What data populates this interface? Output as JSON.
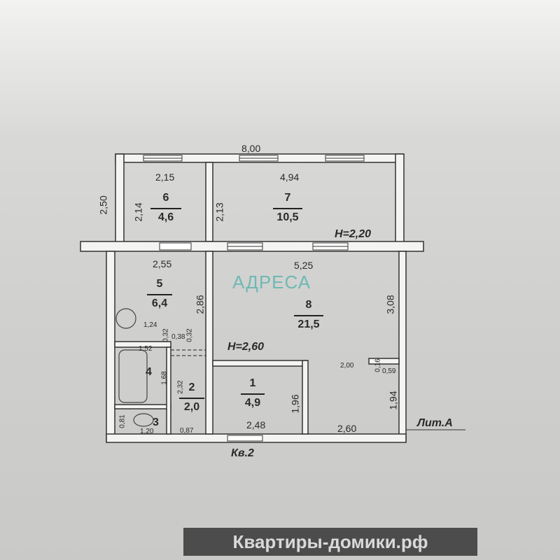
{
  "dimensions": {
    "overall_width": "8,00",
    "left_height": "2,50",
    "room6_width": "2,15",
    "room6_height": "2,14",
    "room7_width": "4,94",
    "room7_height": "2,13",
    "ceiling_top": "Н=2,20",
    "room5_width": "2,55",
    "room5_height": "2,86",
    "room8_width": "5,25",
    "room8_height": "3,08",
    "sink_width": "1,24",
    "step1": "0,32",
    "step2": "0,38",
    "step3": "0,32",
    "bath_width": "1,52",
    "room4_height": "1,68",
    "room2_height": "2,32",
    "toilet_height": "0,81",
    "toilet_width": "1,20",
    "room2_width": "0,87",
    "ceiling_low": "Н=2,60",
    "room1_height": "1,96",
    "room1_width": "2,48",
    "right_lower_width": "2,60",
    "right_lower_height": "1,94",
    "niche_offset": "2,00",
    "niche_depth": "0,16",
    "niche_width": "0,59"
  },
  "rooms": [
    {
      "number": "1",
      "area": "4,9"
    },
    {
      "number": "2",
      "area": "2,0"
    },
    {
      "number": "3",
      "area": ""
    },
    {
      "number": "4",
      "area": ""
    },
    {
      "number": "5",
      "area": "6,4"
    },
    {
      "number": "6",
      "area": "4,6"
    },
    {
      "number": "7",
      "area": "10,5"
    },
    {
      "number": "8",
      "area": "21,5"
    }
  ],
  "labels": {
    "apartment": "Кв.2",
    "letter": "Лит.А"
  },
  "watermark": "АДРЕСА",
  "banner": "Квартиры-домики.рф"
}
